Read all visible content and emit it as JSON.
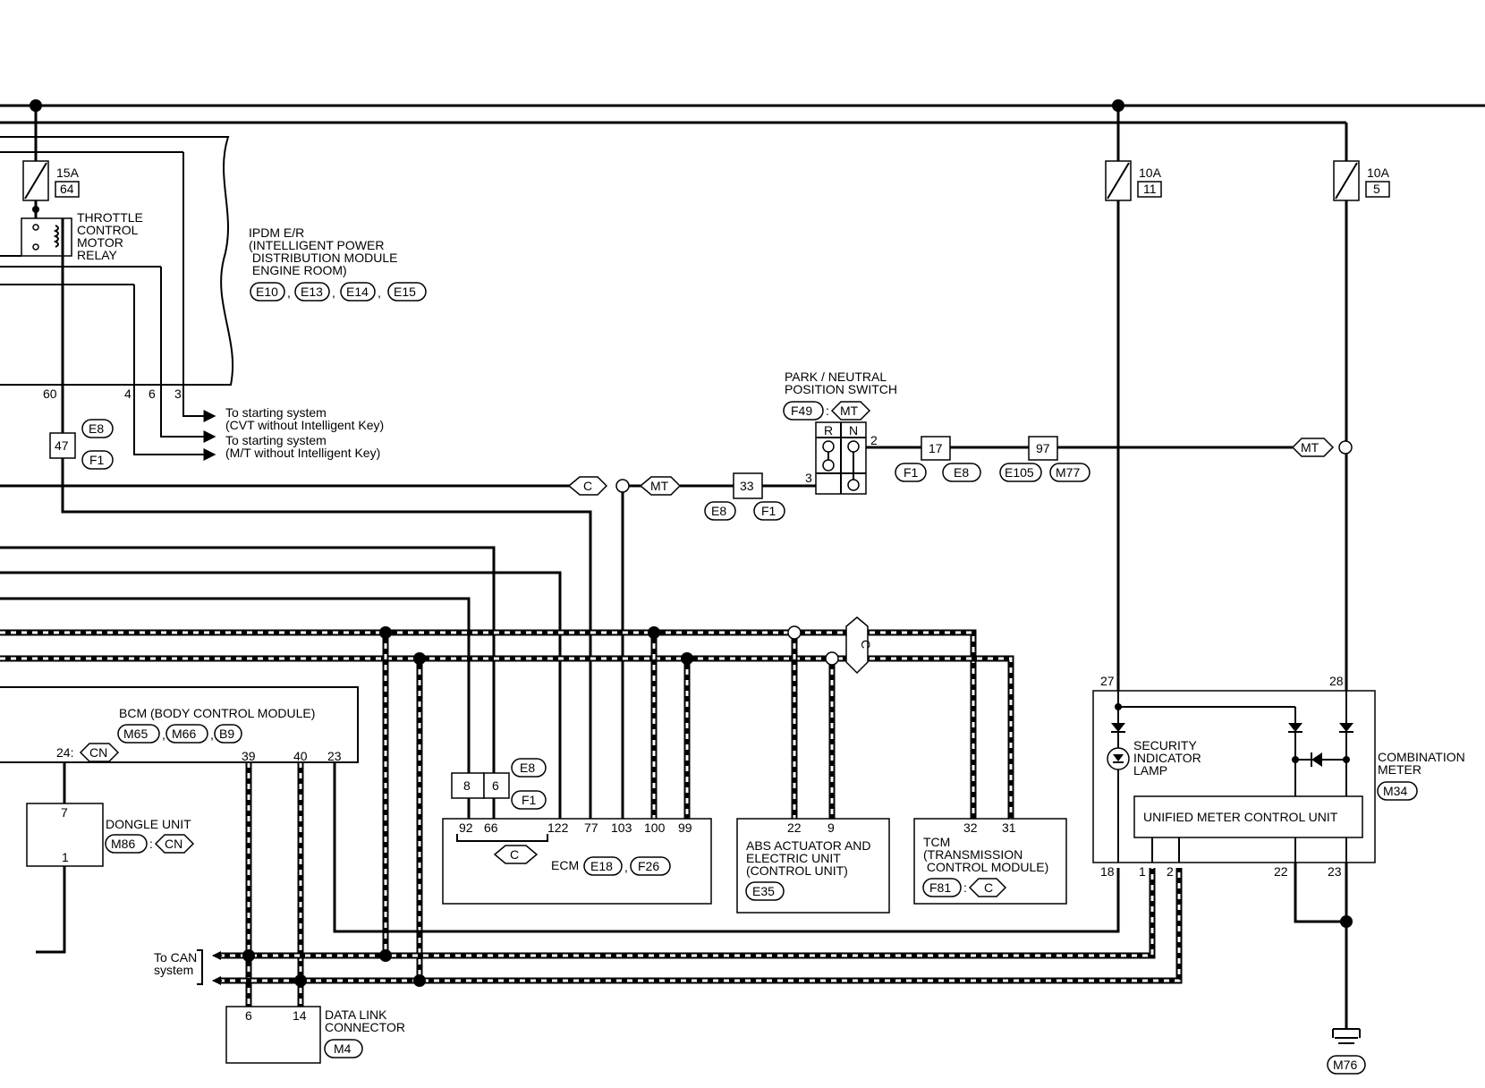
{
  "fuses": {
    "f15": {
      "amp": "15A",
      "num": "64"
    },
    "f10a": {
      "amp": "10A",
      "num": "11"
    },
    "f10b": {
      "amp": "10A",
      "num": "5"
    }
  },
  "relay": [
    "THROTTLE",
    "CONTROL",
    "MOTOR",
    "RELAY"
  ],
  "ipdm": {
    "lines": [
      "IPDM E/R",
      "(INTELLIGENT POWER",
      " DISTRIBUTION MODULE",
      " ENGINE ROOM)"
    ],
    "connectors": [
      "E10",
      "E13",
      "E14",
      "E15"
    ],
    "pins": [
      "60",
      "4",
      "6",
      "3"
    ]
  },
  "starting": {
    "cvt": [
      "To starting system",
      "(CVT without Intelligent Key)"
    ],
    "mt": [
      "To starting system",
      "(M/T without Intelligent Key)"
    ]
  },
  "jc47": {
    "num": "47",
    "conn": [
      "E8",
      "F1"
    ]
  },
  "pnp": {
    "lines": [
      "PARK / NEUTRAL",
      "POSITION SWITCH"
    ],
    "conn": "F49",
    "variant": "MT",
    "r": "R",
    "n": "N",
    "pin2": "2",
    "pin3": "3"
  },
  "jc17": {
    "num": "17",
    "conn": [
      "F1",
      "E8"
    ]
  },
  "jc97": {
    "num": "97",
    "conn": [
      "E105",
      "M77"
    ]
  },
  "jc33": {
    "num": "33",
    "conn": [
      "E8",
      "F1"
    ]
  },
  "variants": {
    "c": "C",
    "mt": "MT",
    "cn": "CN"
  },
  "bcm": {
    "title": "BCM (BODY CONTROL MODULE)",
    "connectors": [
      "M65",
      "M66",
      "B9"
    ],
    "pin24": "24:",
    "pins": [
      "39",
      "40",
      "23"
    ]
  },
  "dongle": {
    "title": "DONGLE UNIT",
    "conn": "M86",
    "pins": [
      "7",
      "1"
    ]
  },
  "ecm": {
    "title": "ECM",
    "connectors": [
      "E18",
      "F26"
    ],
    "pins": [
      "92",
      "66",
      "122",
      "77",
      "103",
      "100",
      "99"
    ],
    "jc": [
      "8",
      "6"
    ],
    "jcconn": [
      "E8",
      "F1"
    ]
  },
  "abs": {
    "lines": [
      "ABS ACTUATOR AND",
      "ELECTRIC UNIT",
      "(CONTROL UNIT)"
    ],
    "conn": "E35",
    "pins": [
      "22",
      "9"
    ]
  },
  "tcm": {
    "lines": [
      "TCM",
      "(TRANSMISSION",
      " CONTROL MODULE)"
    ],
    "conn": "F81",
    "pins": [
      "32",
      "31"
    ]
  },
  "meter": {
    "title": [
      "COMBINATION",
      "METER"
    ],
    "conn": "M34",
    "lamp": [
      "SECURITY",
      "INDICATOR",
      "LAMP"
    ],
    "unit": "UNIFIED METER CONTROL UNIT",
    "pins_top": [
      "27",
      "28"
    ],
    "pins_bottom": [
      "18",
      "1",
      "2",
      "22",
      "23"
    ]
  },
  "can_label": [
    "To CAN",
    "system"
  ],
  "dlc": {
    "lines": [
      "DATA LINK",
      "CONNECTOR"
    ],
    "conn": "M4",
    "pins": [
      "6",
      "14"
    ]
  },
  "ground": "M76"
}
